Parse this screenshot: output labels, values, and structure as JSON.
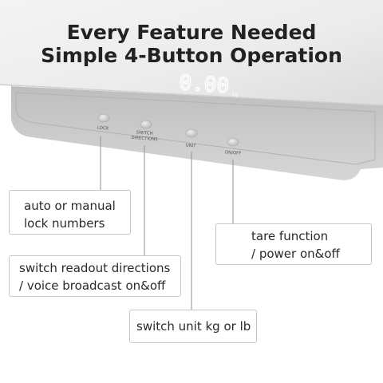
{
  "headline": {
    "line1": "Every Feature Needed",
    "line2": "Simple 4-Button Operation"
  },
  "display": {
    "reading": "0.00",
    "unit": "kg"
  },
  "buttons": [
    {
      "label": "LOCK"
    },
    {
      "label_line1": "SWITCH",
      "label_line2": "DIRECTIONS"
    },
    {
      "label": "UNIT"
    },
    {
      "label": "ON/OFF"
    }
  ],
  "callouts": {
    "lock": {
      "line1": "auto or manual",
      "line2": "lock numbers"
    },
    "switch": {
      "line1": "switch readout directions",
      "line2": "/ voice broadcast on&off"
    },
    "unit": {
      "line1": "switch unit kg or lb"
    },
    "onoff": {
      "line1": "tare function",
      "line2": "/ power on&off"
    }
  },
  "colors": {
    "top_surface": "#ececec",
    "side_panel": "#c9c9c9",
    "button": "#d6d6d6",
    "leader_line": "#9a9a9a",
    "callout_border": "#c6c6c6"
  }
}
